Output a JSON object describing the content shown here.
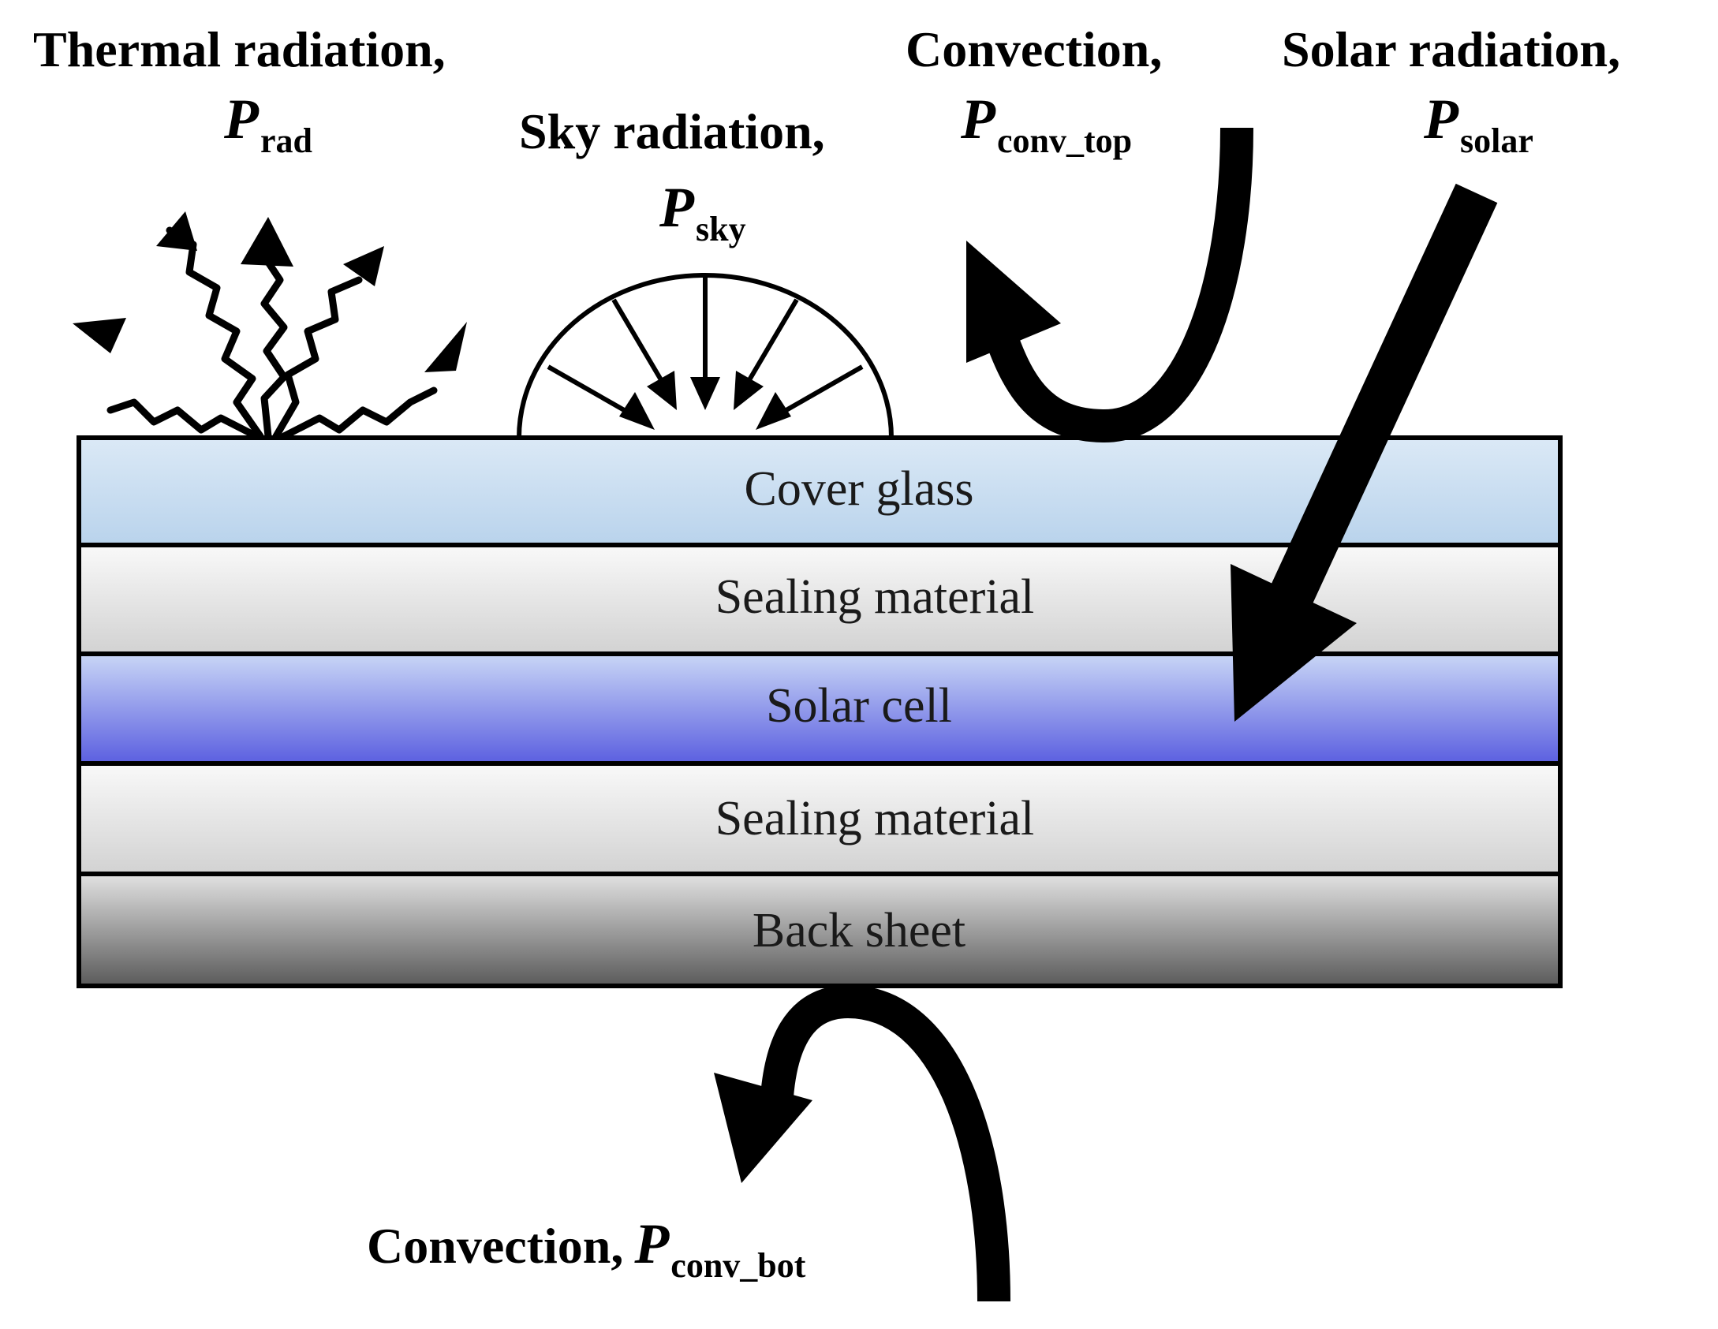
{
  "labels": {
    "thermal": {
      "title": "Thermal radiation,",
      "symbol": "P",
      "subscript": "rad"
    },
    "sky": {
      "title": "Sky radiation,",
      "symbol": "P",
      "subscript": "sky"
    },
    "conv_top": {
      "title": "Convection,",
      "symbol": "P",
      "subscript": "conv_top"
    },
    "solar": {
      "title": "Solar radiation,",
      "symbol": "P",
      "subscript": "solar"
    },
    "conv_bot": {
      "title": "Convection,",
      "symbol": "P",
      "subscript": "conv_bot"
    }
  },
  "layers": [
    {
      "name": "Cover glass",
      "color_top": "#dbe9f6",
      "color_bottom": "#b9d3ec"
    },
    {
      "name": "Sealing material",
      "color_top": "#f9f9f9",
      "color_bottom": "#d2d2d2"
    },
    {
      "name": "Solar cell",
      "color_top": "#c9d6f6",
      "color_bottom": "#5b5fe0"
    },
    {
      "name": "Sealing material",
      "color_top": "#f9f9f9",
      "color_bottom": "#d2d2d2"
    },
    {
      "name": "Back sheet",
      "color_top": "#e2e2e2",
      "color_bottom": "#5a5a5a"
    }
  ]
}
